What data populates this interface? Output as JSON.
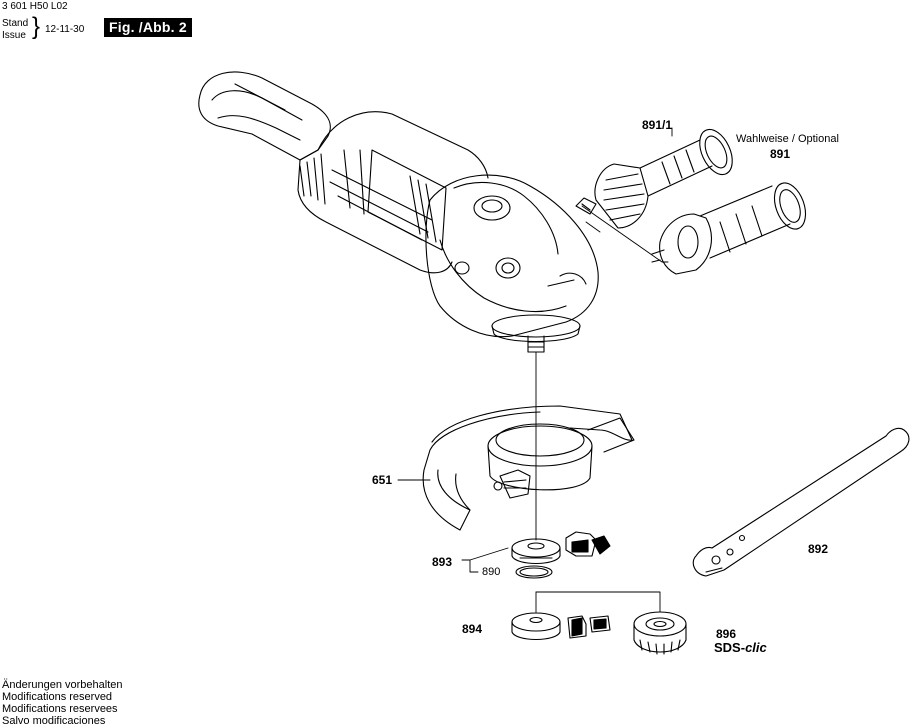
{
  "header": {
    "part_number": "3 601 H50 L02",
    "stand_label": "Stand",
    "issue_label": "Issue",
    "brace": "}",
    "date": "12-11-30",
    "figure_label": "Fig. /Abb. 2"
  },
  "callouts": {
    "p891_1": "891/1",
    "optional_note": "Wahlweise / Optional",
    "p891": "891",
    "p651": "651",
    "p893": "893",
    "p890": "890",
    "p892": "892",
    "p894": "894",
    "p896": "896",
    "sds_prefix": "SDS-",
    "sds_suffix": "clic"
  },
  "footer": {
    "lines": [
      "Änderungen vorbehalten",
      "Modifications reserved",
      "Modifications reservees",
      "Salvo modificaciones"
    ]
  }
}
